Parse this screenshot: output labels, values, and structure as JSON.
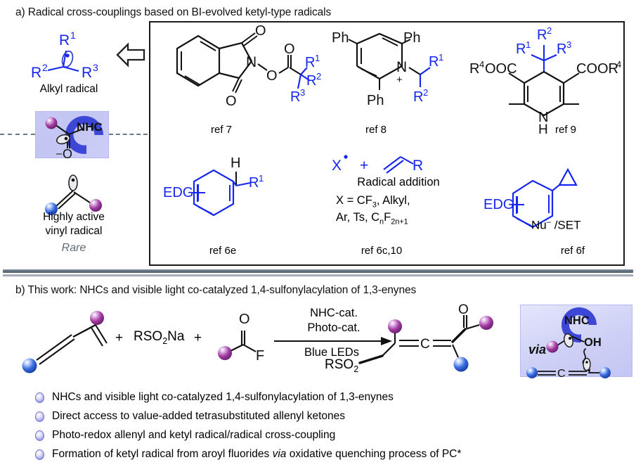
{
  "figure": {
    "panel_a": {
      "heading": "a) Radical cross-couplings based on BI-evolved ketyl-type radicals",
      "left_column": {
        "alkyl_radical": {
          "r1": "R",
          "r1_sup": "1",
          "r2": "R",
          "r2_sup": "2",
          "r3": "R",
          "r3_sup": "3",
          "label": "Alkyl radical"
        },
        "arrow_icon": "left-arrow-outline",
        "nhc_box_label": "NHC",
        "nhc_box_charge": "O",
        "vinyl_radical": {
          "label_line1": "Highly active",
          "label_line2": "vinyl radical",
          "rarity": "Rare"
        }
      },
      "structures": [
        {
          "id": "ref7",
          "ref": "ref 7",
          "name": "N-hydroxyphthalimide-ester",
          "substituents": [
            "R1",
            "R2",
            "R3"
          ],
          "atoms": [
            "N",
            "O",
            "O",
            "O"
          ]
        },
        {
          "id": "ref8",
          "ref": "ref 8",
          "name": "Katritzky-pyridinium-salt",
          "substituents": [
            "Ph",
            "Ph",
            "Ph",
            "R1",
            "R2"
          ],
          "atoms": [
            "N",
            "+"
          ]
        },
        {
          "id": "ref9",
          "ref": "ref 9",
          "name": "Hantzsch-ester",
          "substituents": [
            "R1",
            "R2",
            "R3"
          ],
          "left_group": "R4OOC",
          "right_group": "COOR4",
          "atoms": [
            "N",
            "H"
          ]
        },
        {
          "id": "ref6e",
          "ref": "ref 6e",
          "name": "benzylic-C-H",
          "edg": "EDG",
          "h": "H",
          "substituents": [
            "R1"
          ]
        },
        {
          "id": "ref6c10",
          "ref": "ref 6c,10",
          "name": "radical-addition",
          "x_radical": "X",
          "plus": "+",
          "alkene_r": "R",
          "title": "Radical addition",
          "scope_line1": "X = CF3, Alkyl,",
          "scope_line2": "Ar, Ts, CnF2n+1"
        },
        {
          "id": "ref6f",
          "ref": "ref 6f",
          "name": "aryl-cyclopropane",
          "edg": "EDG",
          "condition": "Nu⁻ /SET"
        }
      ]
    },
    "panel_b": {
      "heading": "b) This work: NHCs and visible light co-catalyzed 1,4-sulfonylacylation of 1,3-enynes",
      "scheme": {
        "plus1": "+",
        "reagent1": "RSO2Na",
        "plus2": "+",
        "acyl_fluoride_f": "F",
        "acyl_fluoride_o": "O",
        "arrow_above_line1": "NHC-cat.",
        "arrow_above_line2": "Photo-cat.",
        "arrow_below": "Blue LEDs",
        "product_sulfonyl": "RSO2",
        "product_center_c": "C",
        "product_carbonyl_o": "O"
      },
      "via_box": {
        "via_label": "via",
        "nhc_label": "NHC",
        "oh_label": "OH",
        "allene_c": "C"
      },
      "bullets": [
        "NHCs and visible light co-catalyzed 1,4-sulfonylacylation of 1,3-enynes",
        "Direct access to value-added tetrasubstituted allenyl ketones",
        "Photo-redox allenyl and ketyl radical/radical cross-coupling",
        "Formation of ketyl radical from aroyl fluorides via oxidative quenching process of PC*"
      ]
    }
  },
  "colors": {
    "blue_accent": "#1526ee",
    "rule_gray": "#62707e",
    "nhc_blue": "#3d47d6",
    "panel_border": "#1b1b1b",
    "highlight_bg": "#c7c8f5"
  }
}
